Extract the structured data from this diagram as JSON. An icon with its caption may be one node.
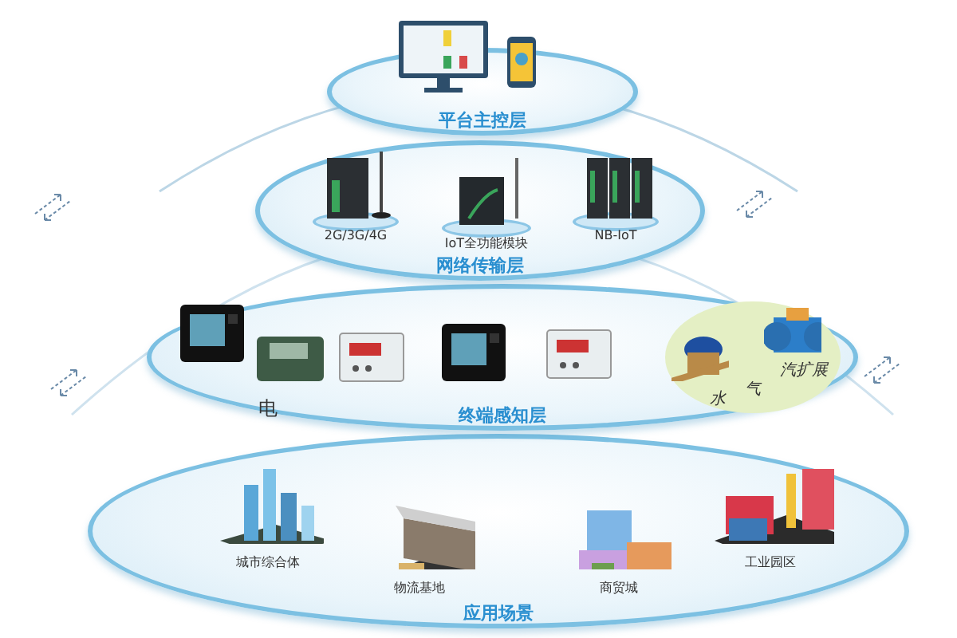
{
  "diagram": {
    "nodes": [
      {
        "text": [
          "平台主控层"
        ]
      },
      {
        "text": [
          "网络传输层"
        ]
      },
      {
        "text": [
          "2G/3G/4G"
        ],
        "in": 1
      },
      {
        "text": [
          "IoT全功能模块"
        ],
        "in": 1
      },
      {
        "text": [
          "NB-IoT"
        ],
        "in": 1
      },
      {
        "text": [
          "终端感知层"
        ]
      },
      {
        "text": [
          "水",
          "气",
          "汽扩展"
        ],
        "in": 5
      },
      {
        "text": [
          "应用场景"
        ]
      },
      {
        "text": [
          "城市综合体"
        ],
        "in": 7
      },
      {
        "text": [
          "物流基地"
        ],
        "in": 7
      },
      {
        "text": [
          "商贸城"
        ],
        "in": 7
      },
      {
        "text": [
          "工业园区"
        ],
        "in": 7
      }
    ],
    "edges": [],
    "labels": [
      "电"
    ]
  }
}
